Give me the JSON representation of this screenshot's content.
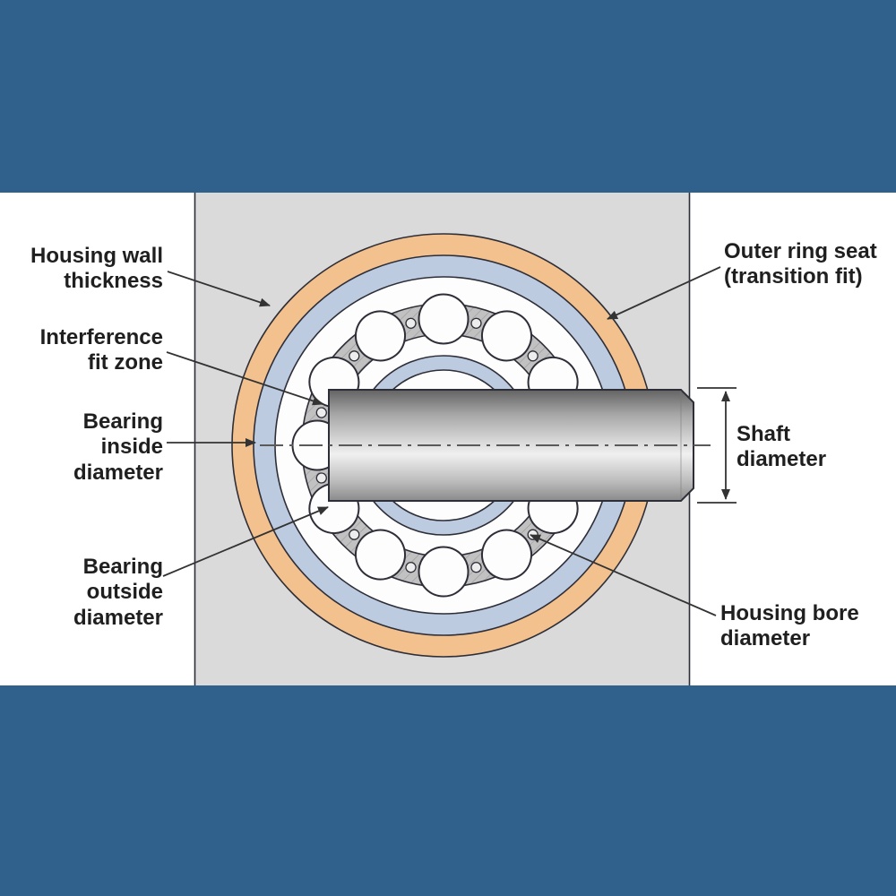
{
  "labels": {
    "housing_wall_thickness": "Housing wall\nthickness",
    "outer_ring_seat": "Outer ring seat\n(transition fit)",
    "interference_fit_zone": "Interference\nfit zone",
    "bearing_inside_diameter": "Bearing\ninside\ndiameter",
    "shaft_diameter": "Shaft\ndiameter",
    "bearing_outside_diameter": "Bearing\noutside\ndiameter",
    "housing_bore_diameter": "Housing bore\ndiameter"
  },
  "palette": {
    "page-bg": "#30618c",
    "band-bg": "#ffffff",
    "housing-gray": "#dadada",
    "seat-orange": "#f2c18e",
    "seat-blue": "#bccbe0",
    "metal-white": "#fdfdfd",
    "race-gray": "#c1c1c1",
    "hatch-gray": "#9a9a9a",
    "outline-ink": "#2e2e38",
    "label-ink": "#1f1f1f",
    "leader-ink": "#333333",
    "centerline-gray": "#5a5a5a",
    "shaft-top": "#636363",
    "shaft-upper": "#a6a6a6",
    "shaft-highlight": "#f0f0f0",
    "shaft-lower": "#bdbdbd",
    "shaft-bottom": "#8a8a8a"
  }
}
